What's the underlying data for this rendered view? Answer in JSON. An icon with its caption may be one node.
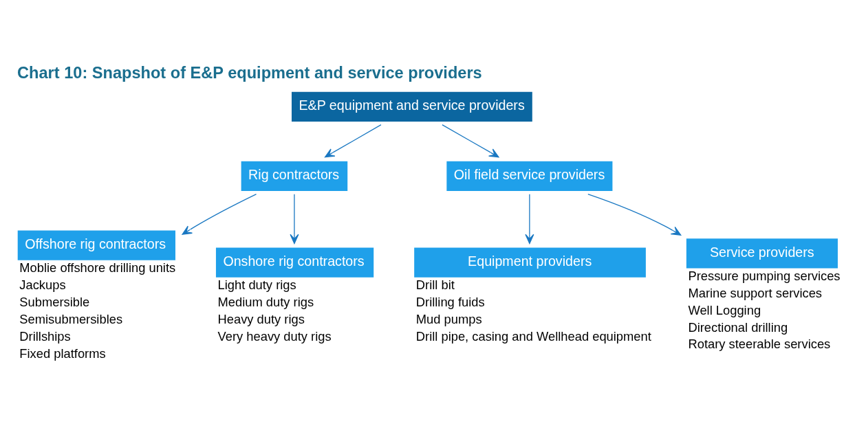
{
  "diagram": {
    "title": "Chart 10: Snapshot of E&P equipment and service providers",
    "nodes": [
      {
        "text": [
          "E&P equipment and service providers"
        ]
      },
      {
        "text": [
          "Rig contractors"
        ]
      },
      {
        "text": [
          "Oil field service providers"
        ]
      },
      {
        "text": [
          "Offshore rig contractors"
        ],
        "beside": [
          "Moblie offshore drilling units",
          "Jackups",
          "Submersible",
          "Semisubmersibles",
          "Drillships",
          "Fixed platforms"
        ]
      },
      {
        "text": [
          "Onshore rig contractors"
        ],
        "beside": [
          "Light duty rigs",
          "Medium duty rigs",
          "Heavy duty rigs",
          "Very heavy duty rigs"
        ]
      },
      {
        "text": [
          "Equipment providers"
        ],
        "beside": [
          "Drill bit",
          "Drilling fuids",
          "Mud pumps",
          "Drill pipe, casing and Wellhead equipment"
        ]
      },
      {
        "text": [
          "Service providers"
        ],
        "beside": [
          "Pressure pumping services",
          "Marine support services",
          "Well Logging",
          "Directional drilling",
          "Rotary steerable services"
        ]
      }
    ],
    "edges": [
      {
        "from": 0,
        "to": 1,
        "arrow": "to"
      },
      {
        "from": 0,
        "to": 2,
        "arrow": "to"
      },
      {
        "from": 1,
        "to": 3,
        "arrow": "to"
      },
      {
        "from": 1,
        "to": 4,
        "arrow": "to"
      },
      {
        "from": 2,
        "to": 5,
        "arrow": "to"
      },
      {
        "from": 2,
        "to": 6,
        "arrow": "to"
      }
    ]
  }
}
